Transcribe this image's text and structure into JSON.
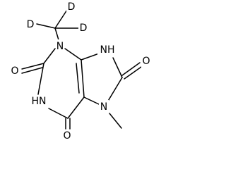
{
  "molecule": {
    "atoms": [
      {
        "id": "n3",
        "label": "N"
      },
      {
        "id": "n9",
        "label": "NH"
      },
      {
        "id": "o2",
        "label": "O"
      },
      {
        "id": "o8",
        "label": "O"
      },
      {
        "id": "n1",
        "label": "HN"
      },
      {
        "id": "n7",
        "label": "N"
      },
      {
        "id": "o6",
        "label": "O"
      },
      {
        "id": "d1",
        "label": "D"
      },
      {
        "id": "d2",
        "label": "D"
      },
      {
        "id": "d3",
        "label": "D"
      }
    ]
  }
}
